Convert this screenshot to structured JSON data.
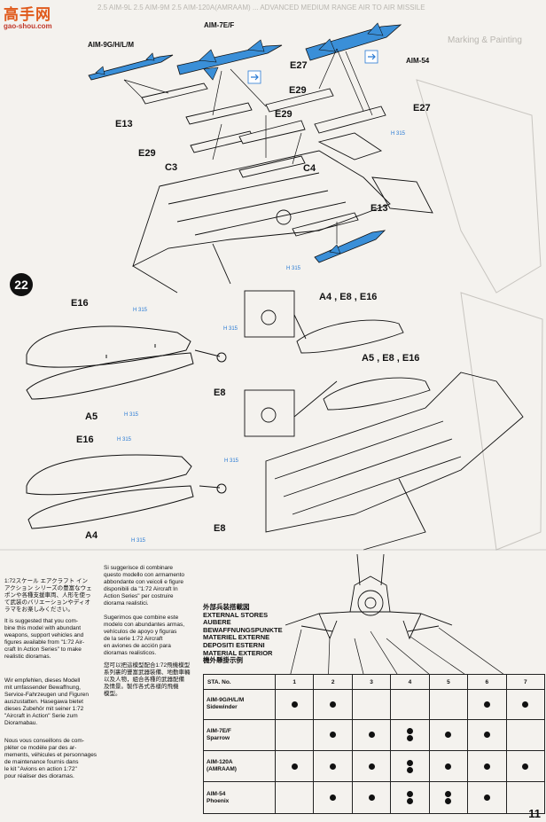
{
  "watermark": {
    "logo": "高手网",
    "url": "gao-shou.com"
  },
  "page_number": "11",
  "step": "22",
  "header_faint": {
    "left": "2.5 AIM-9L  2.5 AIM-9M  2.5 AIM-120A(AMRAAM)  ...  ADVANCED MEDIUM RANGE AIR TO AIR MISSILE",
    "right": "Marking & Painting"
  },
  "missile_labels": {
    "aim9": "AIM-9G/H/L/M",
    "aim7": "AIM-7E/F",
    "aim54": "AIM-54"
  },
  "part_labels": {
    "e13_a": "E13",
    "e27_a": "E27",
    "e27_b": "E27",
    "e29_a": "E29",
    "e29_b": "E29",
    "c3": "C3",
    "c4": "C4",
    "e13_b": "E13",
    "e16_a": "E16",
    "a5_a": "A5",
    "e8_a": "E8",
    "e16_b": "E16",
    "a4_a": "A4",
    "e8_b": "E8",
    "asm_a": "A4 , E8 , E16",
    "asm_b": "A5 , E8 , E16"
  },
  "paint_code": "H 315",
  "notes": {
    "jp1": "1:72スケール エアクラフト イン\nアクション シリーズの豊富なウェ\nポンや各種支援車両、人形を使っ\nて武装のバリエーションやディオ\nラマをお楽しみください。",
    "en": "It is suggested that you com-\nbine this model with abundant\nweapons, support vehicles and\nfigures available from \"1:72 Air-\ncraft In Action Series\" to make\nrealistic dioramas.",
    "de": "Wir empfehlen, dieses Modell\nmit umfassender Bewaffnung,\nService-Fahrzeugen und Figuren\nauszustatten. Hasegawa bietet\ndieses Zubehör mit seiner 1:72\n\"Aircraft in Action\" Serie zum\nDioramabau.",
    "fr": "Nous vous conseillons de com-\npléter ce modèle par des ar-\nmements, véhicules et personnages\nde maintenance fournis dans\nle kit \"Avions en action 1:72\"\npour réaliser des dioramas.",
    "it": "Si suggerisce di combinare\nquesto modello con armamento\nabbondante con veicoli e figure\ndisponibili da \"1:72 Aircraft In\nAction Series\" per costruire\ndiorama realistici.",
    "es": "Sugerimos que combine este\nmodelo con abundantes armas,\nvehículos de apoyo y figuras\nde la serie 1:72 Aircraft\nen aviones de acción para\ndioramas realisticos.",
    "zh": "您可以把這模型配合1:72飛機模型\n系列裏的豐富武器裝備、地勤車輛\n以及人物，組合各種的武器配備\n及情景。製作各式各樣的飛機\n模型。"
  },
  "title_block": "外部兵装搭載図\nEXTERNAL STORES\nAUBERE\nBEWAFFNUNGSPUNKTE\nMATERIEL EXTERNE\nDEPOSITI ESTERNI\nMATERIAL EXTERIOR\n機外懸掛示例",
  "table": {
    "sta_label": "STA. No.",
    "stations": [
      "1",
      "2",
      "3",
      "4",
      "5",
      "6",
      "7"
    ],
    "rows": [
      {
        "name": "AIM-9G/H/L/M\nSidewinder",
        "marks": [
          1,
          1,
          0,
          0,
          0,
          1,
          1
        ]
      },
      {
        "name": "AIM-7E/F\nSparrow",
        "marks": [
          0,
          1,
          1,
          2,
          1,
          1,
          0
        ]
      },
      {
        "name": "AIM-120A\n(AMRAAM)",
        "marks": [
          1,
          1,
          1,
          2,
          1,
          1,
          1
        ]
      },
      {
        "name": "AIM-54\nPhoenix",
        "marks": [
          0,
          1,
          1,
          2,
          2,
          1,
          0
        ]
      }
    ]
  },
  "colors": {
    "missile_blue": "#3a8fd8",
    "paint_tag_blue": "#2a7bd4",
    "ink": "#111111",
    "paper": "#f4f2ee"
  }
}
